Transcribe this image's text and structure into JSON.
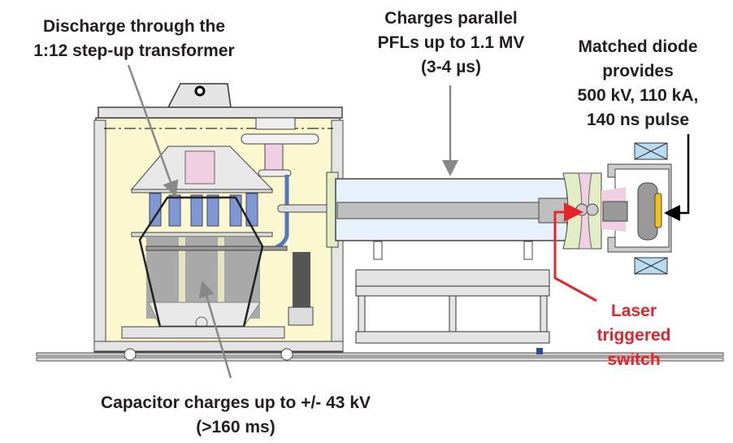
{
  "labels": {
    "transformer": [
      "Discharge through the",
      "1:12 step-up transformer"
    ],
    "capacitor": [
      "Capacitor charges up to +/- 43 kV",
      "(>160 ms)"
    ],
    "pfl": [
      "Charges parallel",
      "PFLs up to 1.1 MV",
      "(3-4 µs)"
    ],
    "diode": [
      "Matched diode",
      "provides",
      "500 kV, 110 kA,",
      "140 ns pulse"
    ],
    "switch": [
      "Laser",
      "triggered",
      "switch"
    ]
  },
  "colors": {
    "cabinet_fill": "#fbf8cf",
    "pfl_fill": "#e6f1fb",
    "switch_fill": "#f0cfe3",
    "insulator_fill": "#e2edc6",
    "coil_fill": "#b9dcf3",
    "anode_fill": "#f2c21b",
    "capacitor_fill": "#7e97d6",
    "laser_arrow": "#e8232a",
    "pointer_gray": "#888888"
  }
}
